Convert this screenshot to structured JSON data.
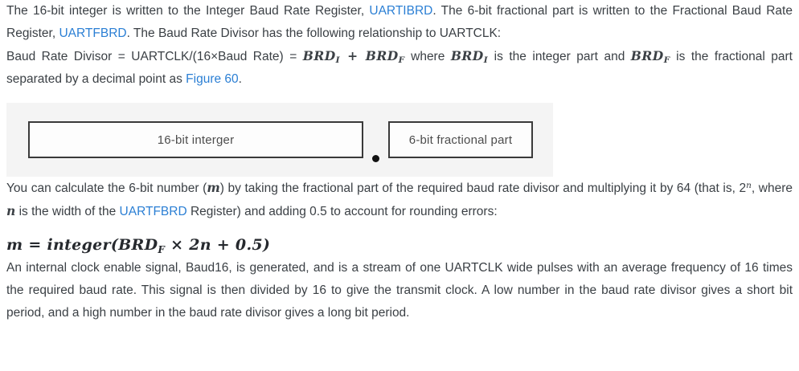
{
  "colors": {
    "link": "#2b7fd4",
    "text": "#3b4045",
    "figure_bg": "#f4f4f4",
    "box_border": "#3a3a3a"
  },
  "p1": {
    "t1": "The 16-bit integer is written to the Integer Baud Rate Register, ",
    "link1": "UARTIBRD",
    "t2": ". The 6-bit fractional part is written to the Fractional Baud Rate Register, ",
    "link2": "UARTFBRD",
    "t3": ". The Baud Rate Divisor has the following relationship to UARTCLK:"
  },
  "p2": {
    "t1": "Baud Rate Divisor = UARTCLK/(16×Baud Rate) = ",
    "brd1": {
      "base": "BRD",
      "sub": "I"
    },
    "t2": " + ",
    "brd2": {
      "base": "BRD",
      "sub": "F"
    },
    "t3": " where ",
    "brd3": {
      "base": "BRD",
      "sub": "I"
    },
    "t4": " is the integer part and ",
    "brd4": {
      "base": "BRD",
      "sub": "F"
    },
    "t5": " is the fractional part separated by a decimal point as ",
    "link": "Figure 60",
    "t6": "."
  },
  "figure": {
    "integer_box_label": "16-bit interger",
    "fractional_box_label": "6-bit fractional part"
  },
  "p3": {
    "t1": "You can calculate the 6-bit number (",
    "var1": "m",
    "t2": ") by taking the fractional part of the required baud rate divisor and multiplying it by 64 (that is, 2",
    "sup1": "n",
    "t3": ", where ",
    "var2": "n",
    "t4": " is the width of the ",
    "link": "UARTFBRD",
    "t5": " Register) and adding 0.5 to account for rounding errors:"
  },
  "formula": {
    "head": "m = integer(BRD",
    "sub": "F",
    "tail": " × 2n + 0.5)"
  },
  "p4": {
    "t1": "An internal clock enable signal, Baud16, is generated, and is a stream of one UARTCLK wide pulses with an average frequency of 16 times the required baud rate. This signal is then divided by 16 to give the transmit clock. A low number in the baud rate divisor gives a short bit period, and a high number in the baud rate divisor gives a long bit period."
  }
}
